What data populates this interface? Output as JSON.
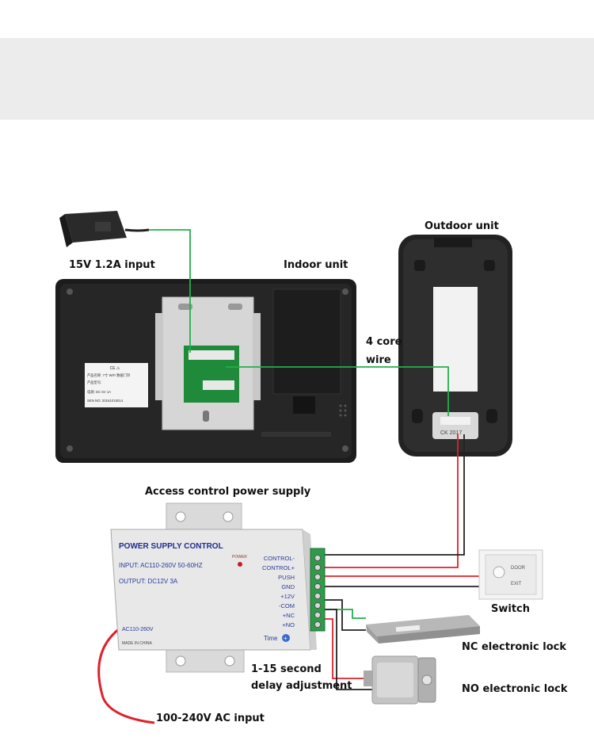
{
  "labels": {
    "adapter_input": "15V 1.2A input",
    "indoor_unit": "Indoor unit",
    "outdoor_unit": "Outdoor unit",
    "wire_line1": "4 core",
    "wire_line2": "wire",
    "access_power": "Access control power supply",
    "switch": "Switch",
    "nc_lock": "NC electronic lock",
    "no_lock": "NO electronic lock",
    "delay_line1": "1-15 second",
    "delay_line2": "delay adjustment",
    "ac_input": "100-240V AC input"
  },
  "indoor_sticker": {
    "line1": "产品名称: 7寸 WiFi 数据门铃",
    "line2": "产品型号:",
    "line3": "电源:      DC 5V   1A",
    "line4": "SEN NO:   2016101501​4",
    "cert": "CE ⚠"
  },
  "outdoor_plate": "CK 2017",
  "power_supply": {
    "title": "POWER SUPPLY CONTROL",
    "input": "INPUT: AC110-260V 50-60HZ",
    "output": "OUTPUT: DC12V  3A",
    "ac_label": "AC110-260V",
    "made_in": "MADE IN CHINA",
    "power_led": "POWER",
    "time_label": "Time",
    "terminals": [
      "CONTROL-",
      "CONTROL+",
      "PUSH",
      "GND",
      "+12V",
      "-COM",
      "+NC",
      "+NO"
    ]
  },
  "exit_button": {
    "top": "DOOR",
    "bottom": "EXIT"
  },
  "colors": {
    "wire_green": "#22b04a",
    "wire_red": "#e0202a",
    "wire_dark": "#222222"
  }
}
